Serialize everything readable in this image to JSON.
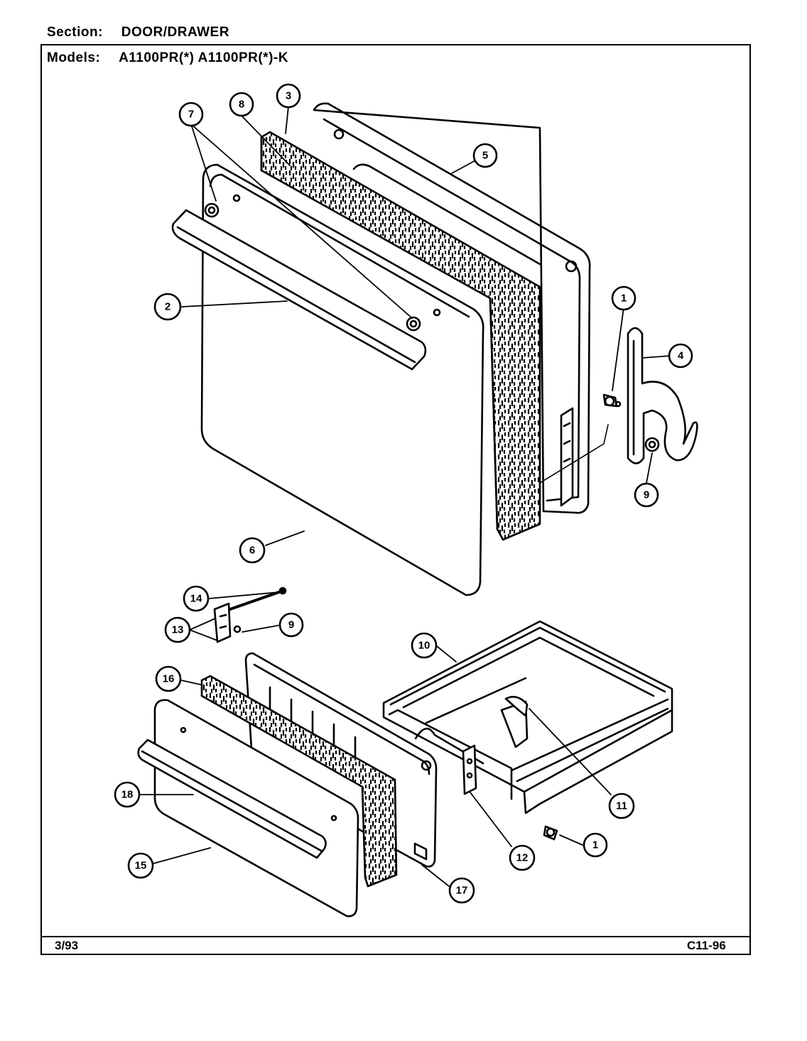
{
  "header": {
    "section_label": "Section:",
    "section_value": "DOOR/DRAWER",
    "models_label": "Models:",
    "models_value": "A1100PR(*) A1100PR(*)-K"
  },
  "footer": {
    "date": "3/93",
    "code": "C11-96"
  },
  "callouts": [
    {
      "id": "c7",
      "label": "7"
    },
    {
      "id": "c8",
      "label": "8"
    },
    {
      "id": "c3",
      "label": "3"
    },
    {
      "id": "c5",
      "label": "5"
    },
    {
      "id": "c2",
      "label": "2"
    },
    {
      "id": "c1a",
      "label": "1"
    },
    {
      "id": "c4",
      "label": "4"
    },
    {
      "id": "c9a",
      "label": "9"
    },
    {
      "id": "c6",
      "label": "6"
    },
    {
      "id": "c14",
      "label": "14"
    },
    {
      "id": "c13",
      "label": "13"
    },
    {
      "id": "c9b",
      "label": "9"
    },
    {
      "id": "c10",
      "label": "10"
    },
    {
      "id": "c16",
      "label": "16"
    },
    {
      "id": "c11",
      "label": "11"
    },
    {
      "id": "c18",
      "label": "18"
    },
    {
      "id": "c1b",
      "label": "1"
    },
    {
      "id": "c12",
      "label": "12"
    },
    {
      "id": "c15",
      "label": "15"
    },
    {
      "id": "c17",
      "label": "17"
    }
  ]
}
